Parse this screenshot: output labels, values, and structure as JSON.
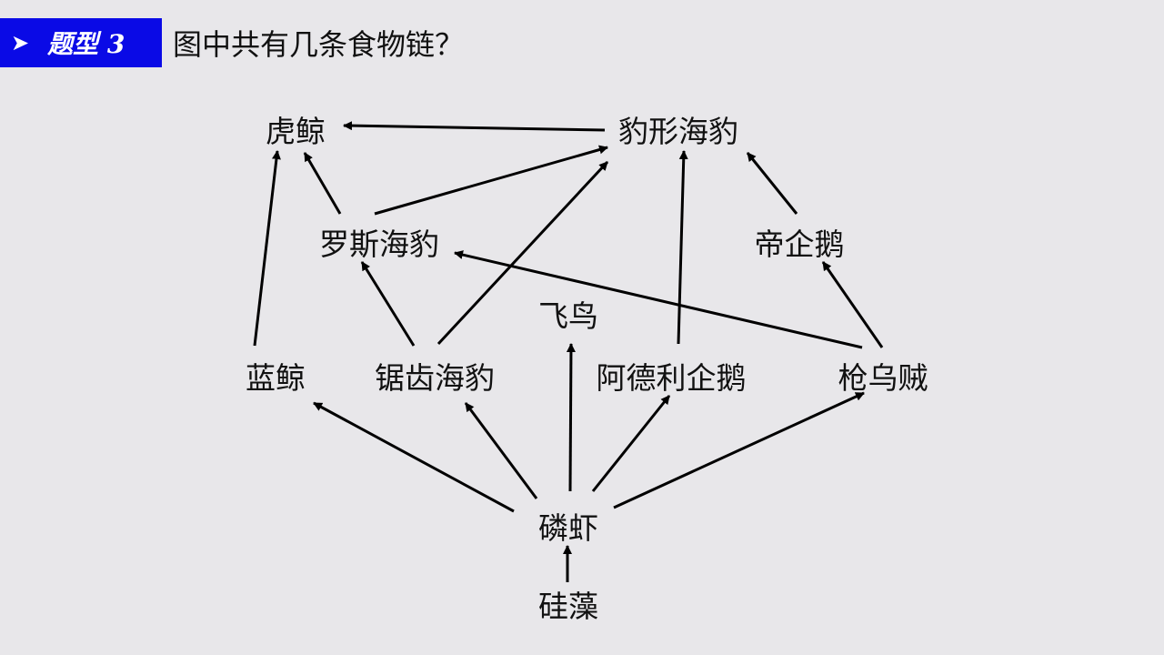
{
  "header": {
    "arrow_icon": "triangle-arrow-icon",
    "tag_label": "题型 3",
    "question": "图中共有几条食物链？",
    "tag_color": "#0a0ae6"
  },
  "nodes": {
    "orca": "虎鲸",
    "leopard_seal": "豹形海豹",
    "ross_seal": "罗斯海豹",
    "emperor_penguin": "帝企鹅",
    "bird": "飞鸟",
    "blue_whale": "蓝鲸",
    "crabeater_seal": "锯齿海豹",
    "adelie_penguin": "阿德利企鹅",
    "squid": "枪乌贼",
    "krill": "磷虾",
    "diatom": "硅藻"
  },
  "edges": [
    {
      "from": "leopard_seal",
      "to": "orca"
    },
    {
      "from": "ross_seal",
      "to": "orca"
    },
    {
      "from": "blue_whale",
      "to": "orca"
    },
    {
      "from": "ross_seal",
      "to": "leopard_seal"
    },
    {
      "from": "crabeater_seal",
      "to": "leopard_seal"
    },
    {
      "from": "adelie_penguin",
      "to": "leopard_seal"
    },
    {
      "from": "emperor_penguin",
      "to": "leopard_seal"
    },
    {
      "from": "crabeater_seal",
      "to": "ross_seal"
    },
    {
      "from": "squid",
      "to": "ross_seal"
    },
    {
      "from": "squid",
      "to": "emperor_penguin"
    },
    {
      "from": "krill",
      "to": "blue_whale"
    },
    {
      "from": "krill",
      "to": "crabeater_seal"
    },
    {
      "from": "krill",
      "to": "bird"
    },
    {
      "from": "krill",
      "to": "adelie_penguin"
    },
    {
      "from": "krill",
      "to": "squid"
    },
    {
      "from": "diatom",
      "to": "krill"
    }
  ]
}
